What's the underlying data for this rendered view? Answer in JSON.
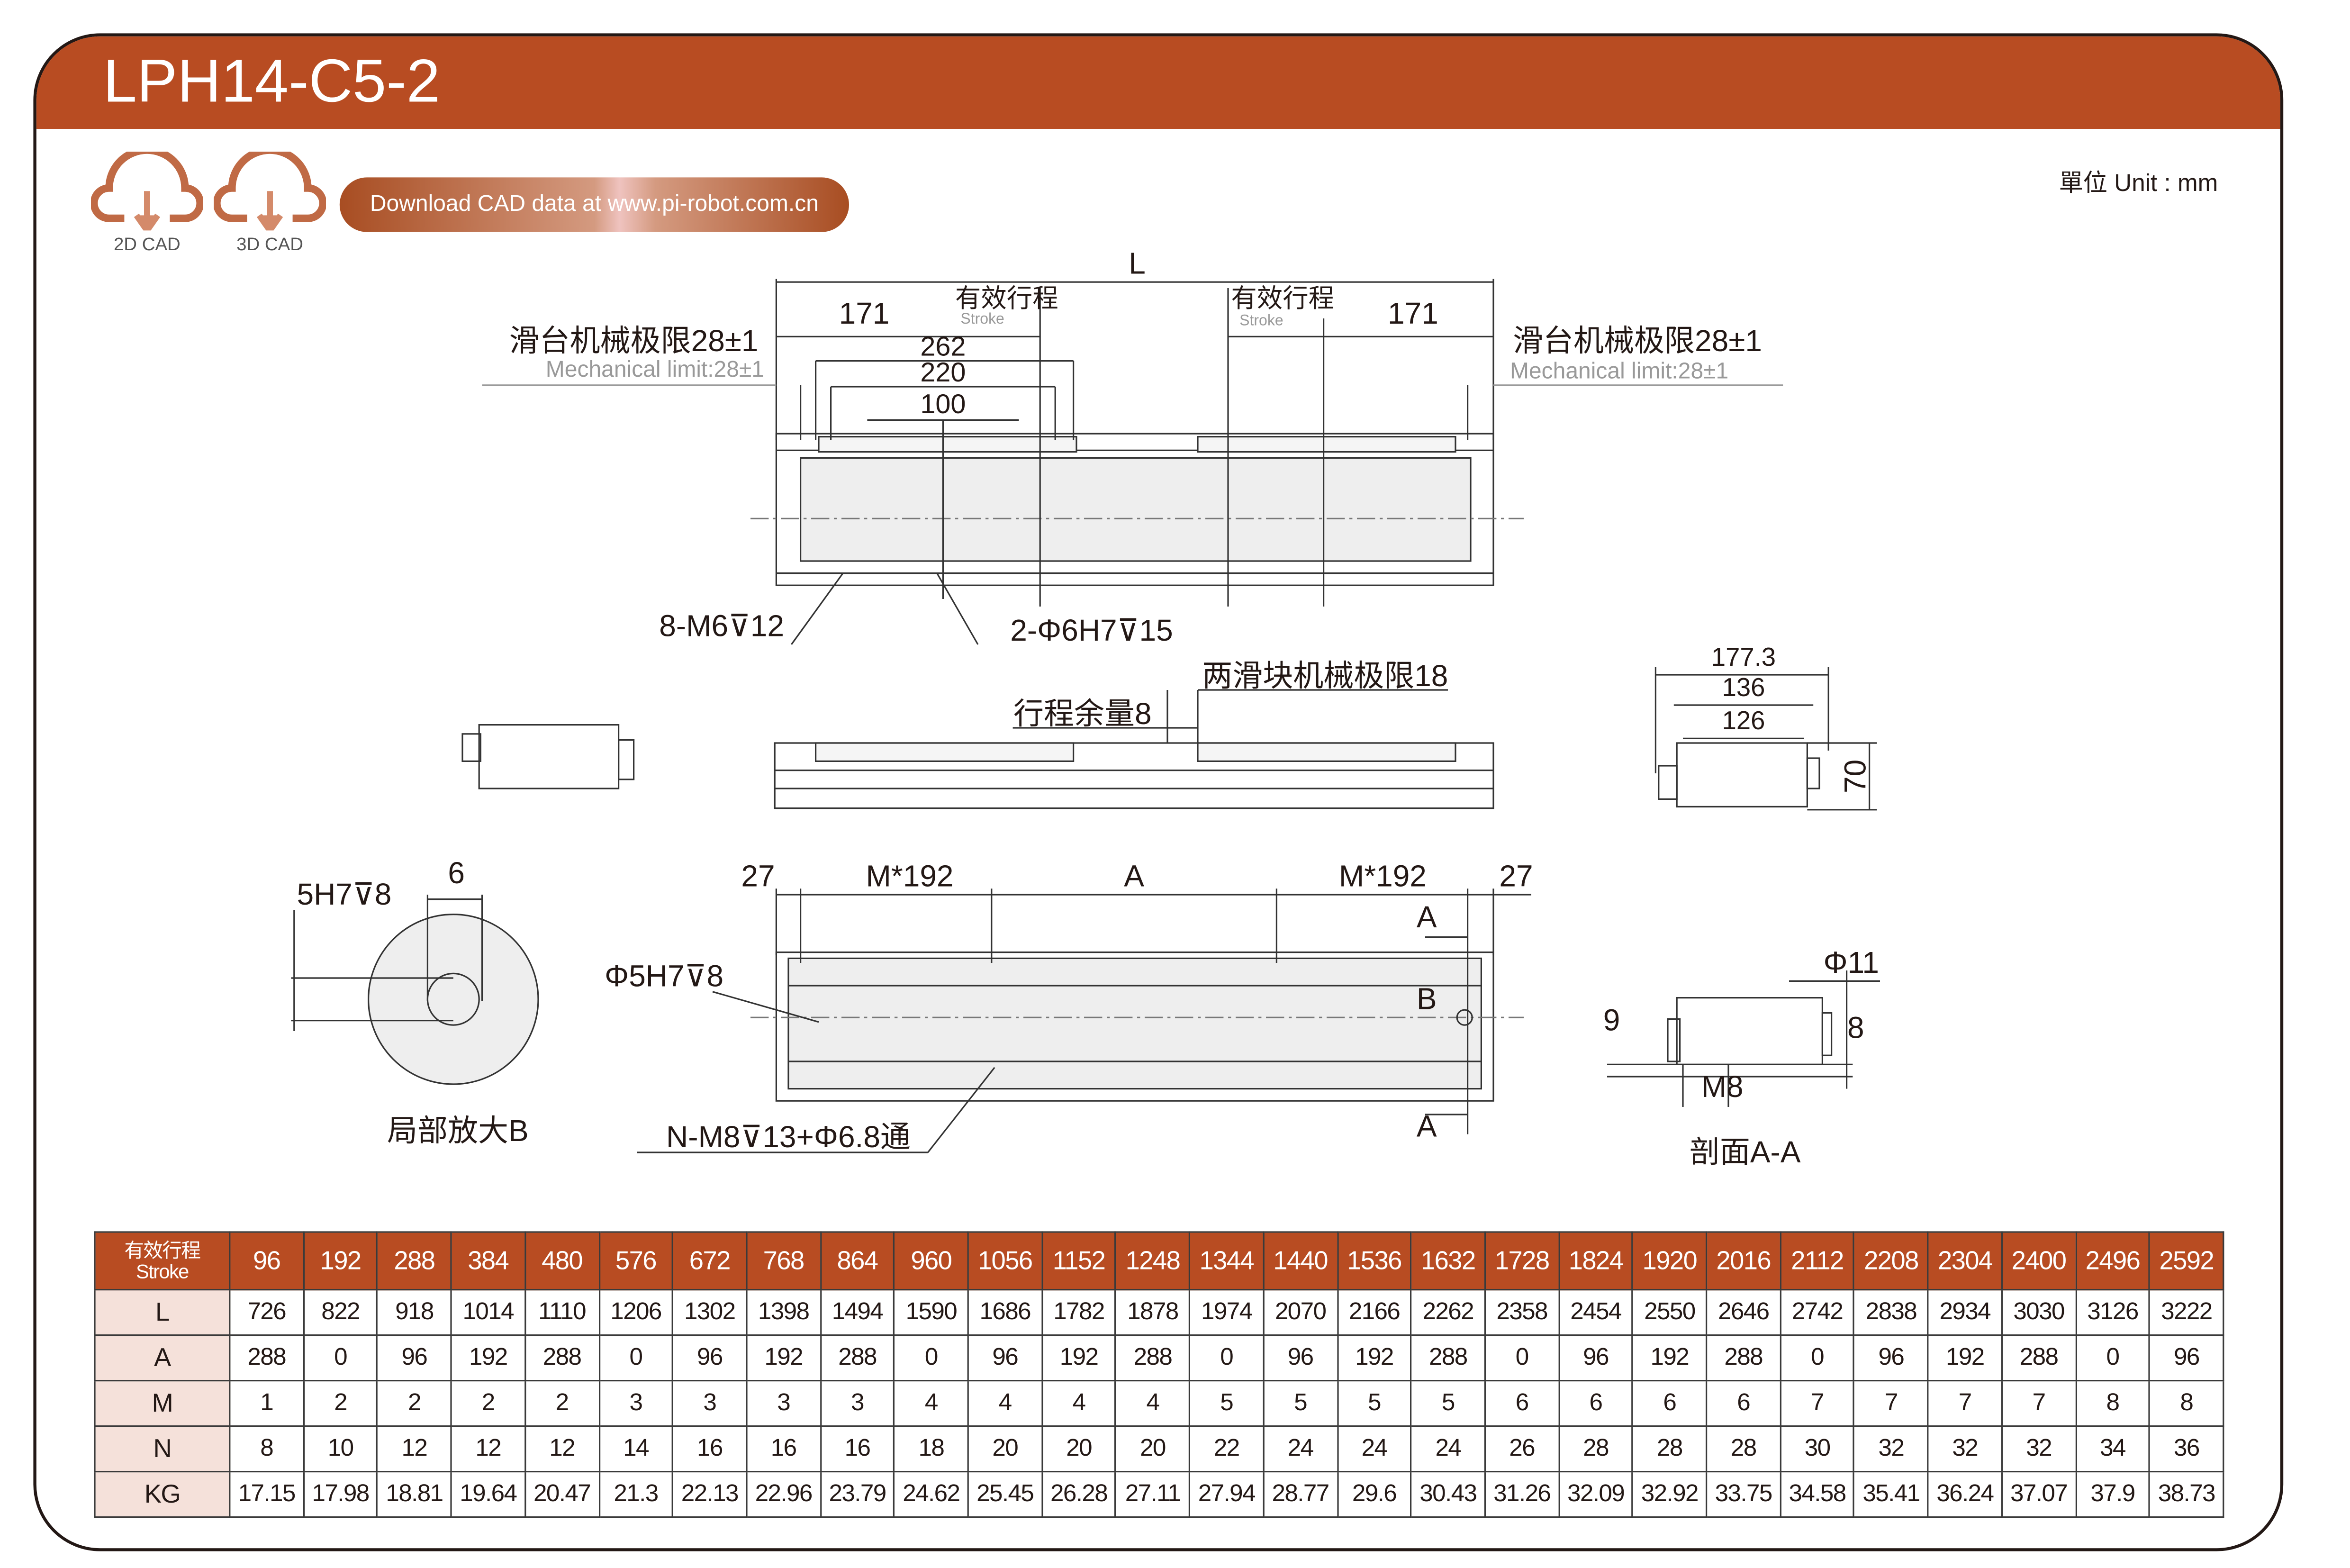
{
  "title": "LPH14-C5-2",
  "cad": {
    "c2d": "2D CAD",
    "c3d": "3D CAD",
    "download": "Download CAD data at www.pi-robot.com.cn"
  },
  "unit": "單位 Unit : mm",
  "colors": {
    "brand": "#b84c22",
    "header_cell": "#f5e1da"
  },
  "labels": {
    "L": "L",
    "s171a": "171",
    "s171b": "171",
    "stroke_cn": "有效行程",
    "stroke_en": "Stroke",
    "mech_cn": "滑台机械极限28±1",
    "mech_en": "Mechanical limit:28±1",
    "d262": "262",
    "d220": "220",
    "d100": "100",
    "m6": "8-M6⊽12",
    "phi6": "2-Φ6H7⊽15",
    "two_slider": "两滑块机械极限18",
    "margin": "行程余量8",
    "w177": "177.3",
    "w136": "136",
    "w126": "126",
    "h70": "70",
    "h5": "5H7⊽8",
    "six": "6",
    "detailB": "局部放大B",
    "d27": "27",
    "m192": "M*192",
    "A": "A",
    "B": "B",
    "phi5": "Φ5H7⊽8",
    "nm8": "N-M8⊽13+Φ6.8通",
    "phi11": "Φ11",
    "nine": "9",
    "eight": "8",
    "m8": "M8",
    "section": "剖面A-A"
  },
  "table": {
    "header_cn": "有效行程",
    "header_en": "Stroke",
    "strokes": [
      "96",
      "192",
      "288",
      "384",
      "480",
      "576",
      "672",
      "768",
      "864",
      "960",
      "1056",
      "1152",
      "1248",
      "1344",
      "1440",
      "1536",
      "1632",
      "1728",
      "1824",
      "1920",
      "2016",
      "2112",
      "2208",
      "2304",
      "2400",
      "2496",
      "2592"
    ],
    "rows": [
      {
        "label": "L",
        "values": [
          "726",
          "822",
          "918",
          "1014",
          "1110",
          "1206",
          "1302",
          "1398",
          "1494",
          "1590",
          "1686",
          "1782",
          "1878",
          "1974",
          "2070",
          "2166",
          "2262",
          "2358",
          "2454",
          "2550",
          "2646",
          "2742",
          "2838",
          "2934",
          "3030",
          "3126",
          "3222"
        ]
      },
      {
        "label": "A",
        "values": [
          "288",
          "0",
          "96",
          "192",
          "288",
          "0",
          "96",
          "192",
          "288",
          "0",
          "96",
          "192",
          "288",
          "0",
          "96",
          "192",
          "288",
          "0",
          "96",
          "192",
          "288",
          "0",
          "96",
          "192",
          "288",
          "0",
          "96"
        ]
      },
      {
        "label": "M",
        "values": [
          "1",
          "2",
          "2",
          "2",
          "2",
          "3",
          "3",
          "3",
          "3",
          "4",
          "4",
          "4",
          "4",
          "5",
          "5",
          "5",
          "5",
          "6",
          "6",
          "6",
          "6",
          "7",
          "7",
          "7",
          "7",
          "8",
          "8"
        ]
      },
      {
        "label": "N",
        "values": [
          "8",
          "10",
          "12",
          "12",
          "12",
          "14",
          "16",
          "16",
          "16",
          "18",
          "20",
          "20",
          "20",
          "22",
          "24",
          "24",
          "24",
          "26",
          "28",
          "28",
          "28",
          "30",
          "32",
          "32",
          "32",
          "34",
          "36"
        ]
      },
      {
        "label": "KG",
        "values": [
          "17.15",
          "17.98",
          "18.81",
          "19.64",
          "20.47",
          "21.3",
          "22.13",
          "22.96",
          "23.79",
          "24.62",
          "25.45",
          "26.28",
          "27.11",
          "27.94",
          "28.77",
          "29.6",
          "30.43",
          "31.26",
          "32.09",
          "32.92",
          "33.75",
          "34.58",
          "35.41",
          "36.24",
          "37.07",
          "37.9",
          "38.73"
        ]
      }
    ]
  }
}
